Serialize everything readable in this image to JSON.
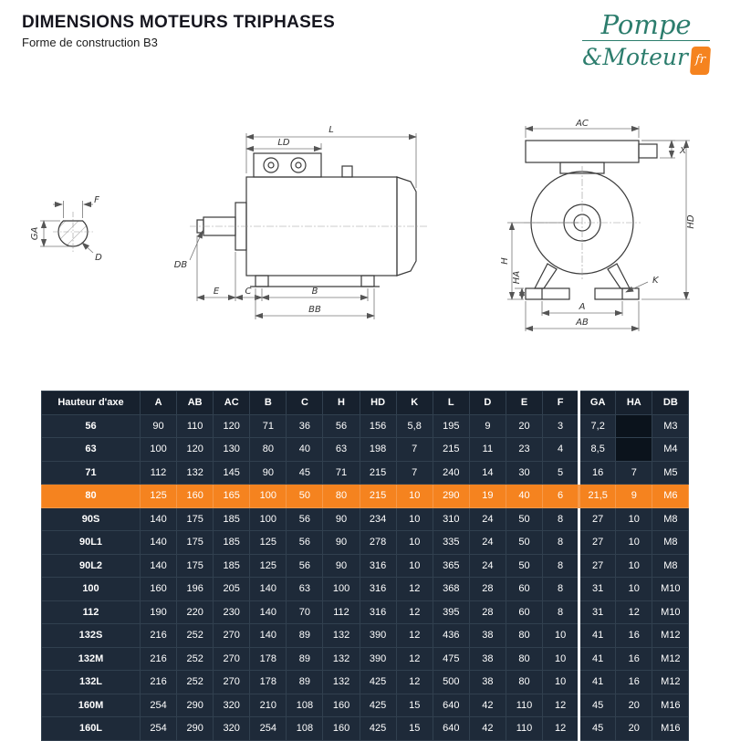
{
  "header": {
    "title": "DIMENSIONS MOTEURS TRIPHASES",
    "subtitle": "Forme de construction B3"
  },
  "logo": {
    "line1": "Pompe",
    "line2": "&Moteur",
    "badge": "fr"
  },
  "colors": {
    "accent_orange": "#f5831f",
    "table_header_bg": "#17212e",
    "table_row_bg": "#1e2a39",
    "logo_teal": "#2c7d6d"
  },
  "diagram": {
    "labels": {
      "ga": "GA",
      "f": "F",
      "d": "D",
      "l": "L",
      "ld": "LD",
      "db": "DB",
      "e": "E",
      "c": "C",
      "b": "B",
      "bb": "BB",
      "ac": "AC",
      "x": "X",
      "hd": "HD",
      "h": "H",
      "ha": "HA",
      "k": "K",
      "a": "A",
      "ab": "AB"
    }
  },
  "table": {
    "columns": [
      "Hauteur d'axe",
      "A",
      "AB",
      "AC",
      "B",
      "C",
      "H",
      "HD",
      "K",
      "L",
      "D",
      "E",
      "F",
      "GA",
      "HA",
      "DB"
    ],
    "separator_before": "GA",
    "rows": [
      {
        "highlight": false,
        "cells": [
          "56",
          "90",
          "110",
          "120",
          "71",
          "36",
          "56",
          "156",
          "5,8",
          "195",
          "9",
          "20",
          "3",
          "7,2",
          "",
          "M3"
        ]
      },
      {
        "highlight": false,
        "cells": [
          "63",
          "100",
          "120",
          "130",
          "80",
          "40",
          "63",
          "198",
          "7",
          "215",
          "11",
          "23",
          "4",
          "8,5",
          "",
          "M4"
        ]
      },
      {
        "highlight": false,
        "cells": [
          "71",
          "112",
          "132",
          "145",
          "90",
          "45",
          "71",
          "215",
          "7",
          "240",
          "14",
          "30",
          "5",
          "16",
          "7",
          "M5"
        ]
      },
      {
        "highlight": true,
        "cells": [
          "80",
          "125",
          "160",
          "165",
          "100",
          "50",
          "80",
          "215",
          "10",
          "290",
          "19",
          "40",
          "6",
          "21,5",
          "9",
          "M6"
        ]
      },
      {
        "highlight": false,
        "cells": [
          "90S",
          "140",
          "175",
          "185",
          "100",
          "56",
          "90",
          "234",
          "10",
          "310",
          "24",
          "50",
          "8",
          "27",
          "10",
          "M8"
        ]
      },
      {
        "highlight": false,
        "cells": [
          "90L1",
          "140",
          "175",
          "185",
          "125",
          "56",
          "90",
          "278",
          "10",
          "335",
          "24",
          "50",
          "8",
          "27",
          "10",
          "M8"
        ]
      },
      {
        "highlight": false,
        "cells": [
          "90L2",
          "140",
          "175",
          "185",
          "125",
          "56",
          "90",
          "316",
          "10",
          "365",
          "24",
          "50",
          "8",
          "27",
          "10",
          "M8"
        ]
      },
      {
        "highlight": false,
        "cells": [
          "100",
          "160",
          "196",
          "205",
          "140",
          "63",
          "100",
          "316",
          "12",
          "368",
          "28",
          "60",
          "8",
          "31",
          "10",
          "M10"
        ]
      },
      {
        "highlight": false,
        "cells": [
          "112",
          "190",
          "220",
          "230",
          "140",
          "70",
          "112",
          "316",
          "12",
          "395",
          "28",
          "60",
          "8",
          "31",
          "12",
          "M10"
        ]
      },
      {
        "highlight": false,
        "cells": [
          "132S",
          "216",
          "252",
          "270",
          "140",
          "89",
          "132",
          "390",
          "12",
          "436",
          "38",
          "80",
          "10",
          "41",
          "16",
          "M12"
        ]
      },
      {
        "highlight": false,
        "cells": [
          "132M",
          "216",
          "252",
          "270",
          "178",
          "89",
          "132",
          "390",
          "12",
          "475",
          "38",
          "80",
          "10",
          "41",
          "16",
          "M12"
        ]
      },
      {
        "highlight": false,
        "cells": [
          "132L",
          "216",
          "252",
          "270",
          "178",
          "89",
          "132",
          "425",
          "12",
          "500",
          "38",
          "80",
          "10",
          "41",
          "16",
          "M12"
        ]
      },
      {
        "highlight": false,
        "cells": [
          "160M",
          "254",
          "290",
          "320",
          "210",
          "108",
          "160",
          "425",
          "15",
          "640",
          "42",
          "110",
          "12",
          "45",
          "20",
          "M16"
        ]
      },
      {
        "highlight": false,
        "cells": [
          "160L",
          "254",
          "290",
          "320",
          "254",
          "108",
          "160",
          "425",
          "15",
          "640",
          "42",
          "110",
          "12",
          "45",
          "20",
          "M16"
        ]
      }
    ]
  }
}
